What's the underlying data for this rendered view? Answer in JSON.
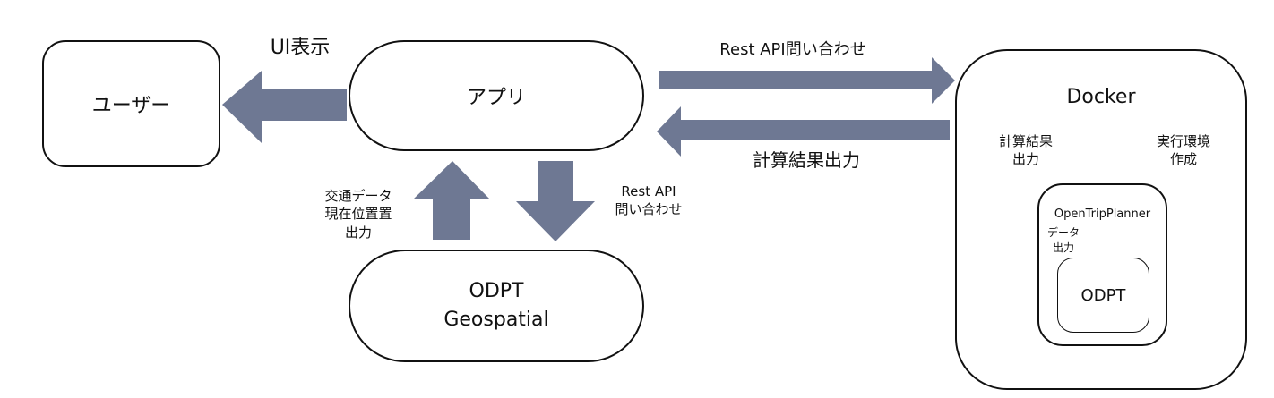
{
  "nodes": {
    "user": "ユーザー",
    "app": "アプリ",
    "odpt_geo_line1": "ODPT",
    "odpt_geo_line2": "Geospatial",
    "docker": "Docker",
    "otp": "OpenTripPlanner",
    "odpt_inner": "ODPT"
  },
  "labels": {
    "ui_display": "UI表示",
    "rest_api_query": "Rest API問い合わせ",
    "calc_result_output": "計算結果出力",
    "traffic_data_line1": "交通データ",
    "traffic_data_line2": "現在位置置",
    "traffic_data_line3": "出力",
    "rest_api_line1": "Rest API",
    "rest_api_line2": "問い合わせ",
    "docker_calc_line1": "計算結果",
    "docker_calc_line2": "出力",
    "exec_env_line1": "実行環境",
    "exec_env_line2": "作成",
    "data_output_line1": "データ",
    "data_output_line2": "出力"
  },
  "colors": {
    "arrow": "#6e7893",
    "border": "#111111"
  }
}
